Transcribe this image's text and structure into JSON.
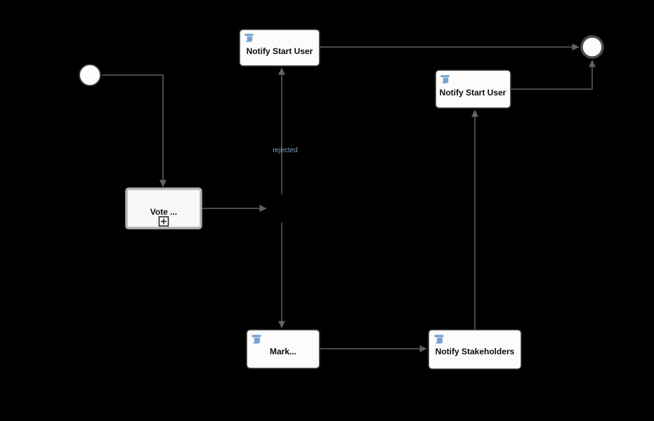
{
  "diagram": {
    "type": "bpmn-process",
    "background": "#000000",
    "colors": {
      "task_fill": "#fcfcfc",
      "task_stroke": "#333333",
      "subprocess_stroke": "#b3b3b3",
      "event_fill": "#fdfdfd",
      "start_event_stroke": "#3c3c3c",
      "end_event_stroke": "#4d4d4d",
      "flow_stroke": "#636363",
      "gateway_fill": "#000000",
      "script_icon": "#74a3d1",
      "flow_label": "#7f9fc6",
      "node_label": "#0d0d0d"
    },
    "nodes": {
      "start_event": {
        "kind": "start-event",
        "label": ""
      },
      "vote_subprocess": {
        "kind": "collapsed-subprocess",
        "label": "Vote ...",
        "marker": "plus-expand"
      },
      "gateway": {
        "kind": "exclusive-gateway",
        "label": ""
      },
      "notify_start_user_top": {
        "kind": "script-task",
        "label": "Notify Start User",
        "icon": "script-icon"
      },
      "notify_start_user_right": {
        "kind": "script-task",
        "label": "Notify Start User",
        "icon": "script-icon"
      },
      "mark_task": {
        "kind": "script-task",
        "label": "Mark...",
        "icon": "script-icon"
      },
      "notify_stakeholders": {
        "kind": "script-task",
        "label": "Notify Stakeholders",
        "icon": "script-icon"
      },
      "end_event": {
        "kind": "end-event",
        "label": ""
      }
    },
    "flows": {
      "start_to_vote": {
        "label": ""
      },
      "vote_to_gateway": {
        "label": ""
      },
      "gateway_to_notify_top": {
        "label": "rejected"
      },
      "notify_top_to_end": {
        "label": ""
      },
      "gateway_to_mark": {
        "label": ""
      },
      "mark_to_stakeholders": {
        "label": ""
      },
      "stakeholders_to_notify_right": {
        "label": ""
      },
      "notify_right_to_end": {
        "label": ""
      }
    }
  }
}
